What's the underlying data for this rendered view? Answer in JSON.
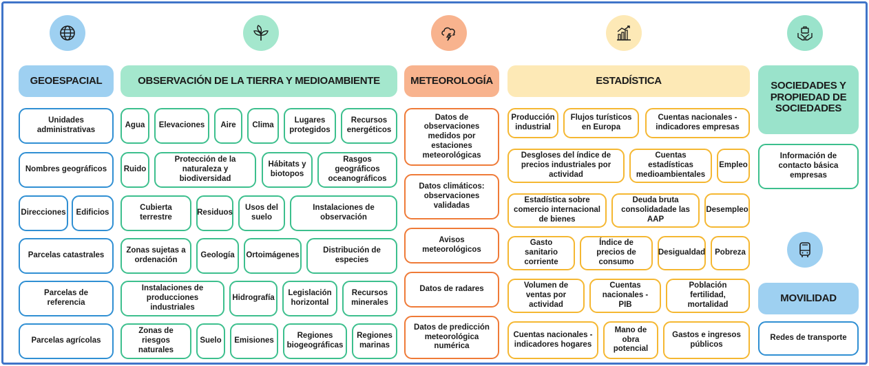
{
  "colors": {
    "frame": "#3f74c8",
    "geo": "#9ed0f1",
    "obs": "#a4e7cd",
    "met": "#f8b38e",
    "est": "#fde9b6",
    "soc": "#9ae3cb",
    "mov": "#9ed0f1"
  },
  "icons": {
    "geo": "globe-icon",
    "obs": "leaf-icon",
    "met": "storm-cloud-icon",
    "est": "bar-chart-icon",
    "soc": "hands-briefcase-icon",
    "mov": "bus-icon"
  },
  "categories": {
    "geo": {
      "title": "GEOESPACIAL",
      "items": [
        "Unidades administrativas",
        "Nombres geográficos",
        "Direcciones",
        "Edificios",
        "Parcelas catastrales",
        "Parcelas de referencia",
        "Parcelas agrícolas"
      ]
    },
    "obs": {
      "title": "OBSERVACIÓN DE LA TIERRA Y MEDIOAMBIENTE",
      "items": [
        "Agua",
        "Elevaciones",
        "Aire",
        "Clima",
        "Lugares protegidos",
        "Recursos energéticos",
        "Ruido",
        "Protección de la naturaleza y biodiversidad",
        "Hábitats y biotopos",
        "Rasgos geográficos oceanográficos",
        "Cubierta terrestre",
        "Residuos",
        "Usos del suelo",
        "Instalaciones de observación",
        "Zonas sujetas a ordenación",
        "Geología",
        "Ortoimágenes",
        "Distribución de especies",
        "Instalaciones de producciones industriales",
        "Hidrografía",
        "Legislación horizontal",
        "Recursos minerales",
        "Zonas de riesgos naturales",
        "Suelo",
        "Emisiones",
        "Regiones biogeográficas",
        "Regiones marinas"
      ]
    },
    "met": {
      "title": "METEOROLOGÍA",
      "items": [
        "Datos de observaciones medidos por estaciones meteorológicas",
        "Datos climáticos: observaciones validadas",
        "Avisos meteorológicos",
        "Datos de radares",
        "Datos de predicción meteorológica numérica"
      ]
    },
    "est": {
      "title": "ESTADÍSTICA",
      "items": [
        "Producción industrial",
        "Flujos turísticos en Europa",
        "Cuentas nacionales - indicadores empresas",
        "Desgloses del índice de precios industriales por actividad",
        "Cuentas estadísticas medioambientales",
        "Empleo",
        "Estadística sobre comercio internacional de bienes",
        "Deuda bruta consolidadade las AAP",
        "Desempleo",
        "Gasto sanitario corriente",
        "Índice de precios de consumo",
        "Desigualdad",
        "Pobreza",
        "Volumen de ventas por actividad",
        "Cuentas nacionales - PIB",
        "Población fertilidad, mortalidad",
        "Cuentas nacionales - indicadores hogares",
        "Mano de obra potencial",
        "Gastos e ingresos públicos"
      ]
    },
    "soc": {
      "title": "SOCIEDADES Y PROPIEDAD DE SOCIEDADES",
      "items": [
        "Información de contacto básica empresas"
      ]
    },
    "mov": {
      "title": "MOVILIDAD",
      "items": [
        "Redes de transporte"
      ]
    }
  }
}
